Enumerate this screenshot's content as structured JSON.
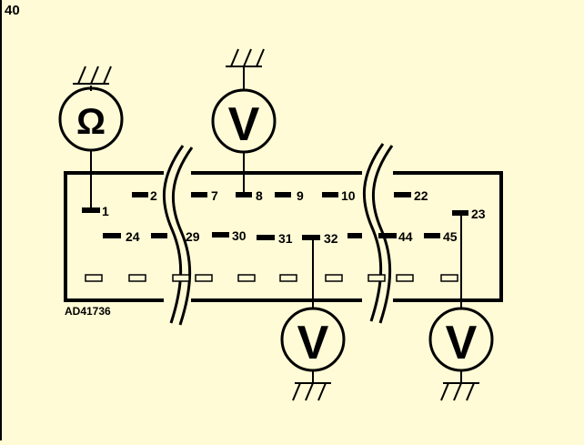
{
  "page_number": "40",
  "figure_code": "AD41736",
  "meters": {
    "ohm_symbol": "Ω",
    "volt_symbol": "V"
  },
  "connector": {
    "top_row": [
      "1",
      "2",
      "7",
      "8",
      "9",
      "10",
      "22",
      "23"
    ],
    "middle_row": [
      "24",
      "29",
      "30",
      "31",
      "32",
      "44",
      "45"
    ]
  },
  "colors": {
    "background": "#fffbd6",
    "ink": "#000000",
    "empty_slot_fill": "#fffbd6"
  }
}
